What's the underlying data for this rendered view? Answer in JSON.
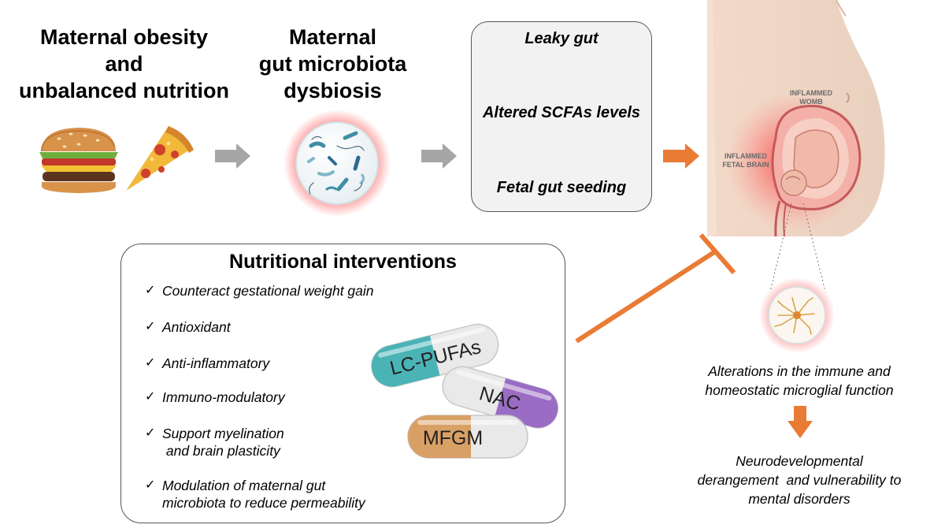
{
  "steps": {
    "obesity": [
      "Maternal obesity",
      "and",
      "unbalanced nutrition"
    ],
    "dysbiosis": [
      "Maternal",
      "gut microbiota",
      "dysbiosis"
    ]
  },
  "effects": [
    "Leaky gut",
    "Altered SCFAs levels",
    "Fetal gut seeding"
  ],
  "womb_labels": {
    "womb": [
      "INFLAMMED",
      "WOMB"
    ],
    "brain": [
      "INFLAMMED",
      "FETAL BRAIN"
    ]
  },
  "interventions": {
    "title": "Nutritional interventions",
    "check": "✓",
    "items": [
      [
        "Counteract gestational weight gain"
      ],
      [
        "Antioxidant"
      ],
      [
        "Anti-inflammatory"
      ],
      [
        "Immuno-modulatory"
      ],
      [
        "Support myelination",
        " and brain plasticity"
      ],
      [
        "Modulation of maternal gut",
        "microbiota to reduce permeability"
      ]
    ]
  },
  "pills": [
    "LC-PUFAs",
    "NAC",
    "MFGM"
  ],
  "outcomes": {
    "microglia": [
      "Alterations in the immune and",
      "homeostatic microglial function"
    ],
    "neuro": [
      "Neurodevelopmental",
      "derangement  and vulnerability to",
      "mental disorders"
    ]
  },
  "colors": {
    "orange": "#e97b35",
    "gray_arrow": "#a6a6a6",
    "glow": "#ff4a4a",
    "teal": "#4ab3b6",
    "purple": "#9a6cc4",
    "tan": "#d9a066"
  }
}
